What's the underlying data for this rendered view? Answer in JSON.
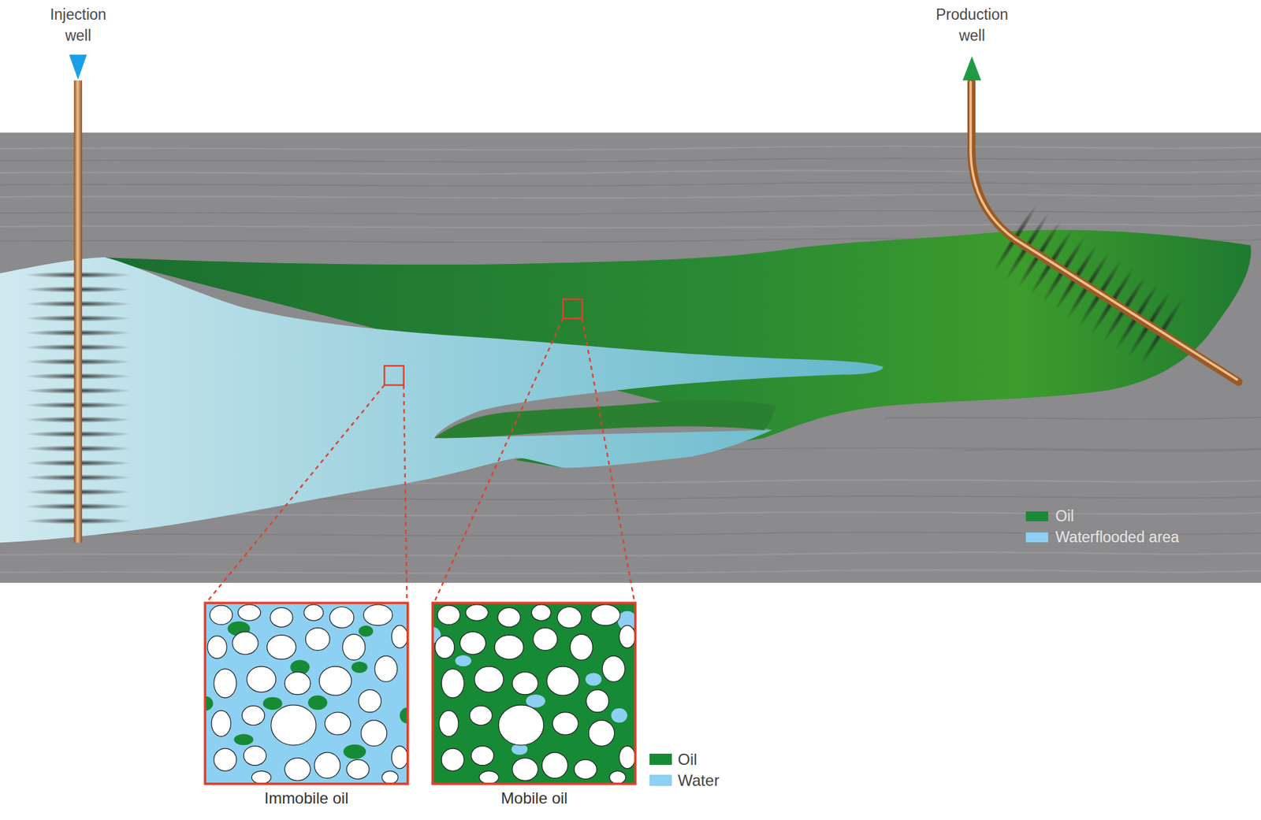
{
  "diagram": {
    "nodes": [
      {
        "text": [
          "Immobile oil"
        ]
      },
      {
        "text": [
          "Mobile oil"
        ]
      }
    ],
    "labels": [
      "Injection well",
      "Production well"
    ],
    "legend": [
      {
        "text": "Oil",
        "color": "#1a8a36"
      },
      {
        "text": "Waterflooded area",
        "color": "#8dd0f2"
      },
      {
        "text": "Oil",
        "color": "#178a35"
      },
      {
        "text": "Water",
        "color": "#8dd0f2"
      }
    ]
  }
}
